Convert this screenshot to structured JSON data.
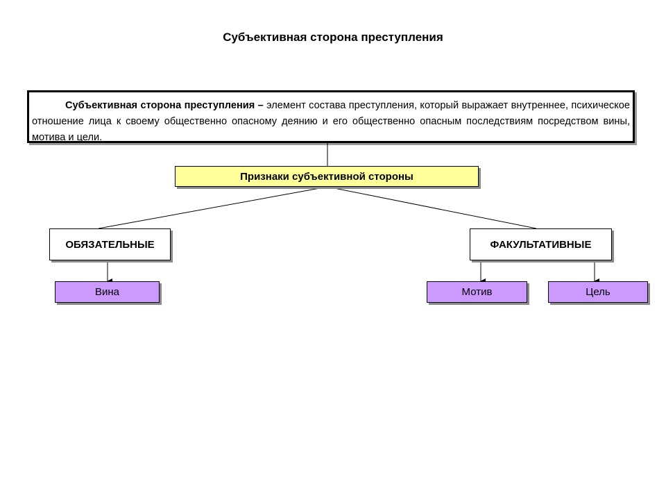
{
  "title": "Субъективная сторона преступления",
  "definition": {
    "term": "Субъективная сторона преступления –",
    "text": " элемент состава преступления, который выражает внутреннее, психическое отношение лица к своему общественно опасному деянию и его общественно опасным последствиям посредством вины, мотива и цели."
  },
  "signs_label": "Признаки субъективной стороны",
  "mandatory": {
    "label": "ОБЯЗАТЕЛЬНЫЕ",
    "items": [
      "Вина"
    ]
  },
  "optional": {
    "label": "ФАКУЛЬТАТИВНЫЕ",
    "items": [
      "Мотив",
      "Цель"
    ]
  },
  "colors": {
    "signs_fill": "#ffff99",
    "leaf_fill": "#cc99ff"
  }
}
